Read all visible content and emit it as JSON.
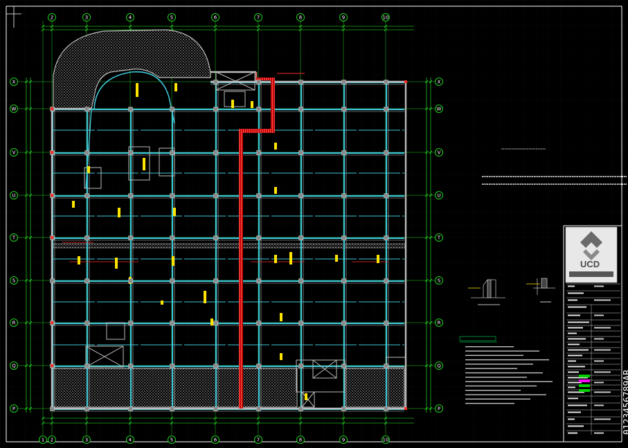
{
  "drawing": {
    "columns": [
      "1",
      "2",
      "3",
      "4",
      "5",
      "6",
      "7",
      "8",
      "9",
      "10"
    ],
    "columns_bottom": [
      "1",
      "2",
      "3",
      "4",
      "5",
      "6",
      "7",
      "8",
      "9",
      "10"
    ],
    "rows": [
      "X",
      "W",
      "V",
      "U",
      "T",
      "S",
      "R",
      "Q",
      "P"
    ]
  },
  "title_block": {
    "logo_text": "UCD",
    "side_code": "0123456789AB"
  },
  "colors": {
    "background": "#000000",
    "grid_bubble": "#1fd21f",
    "dim": "#2aff2a",
    "wall": "#bcbcbc",
    "beam": "#3ec7d6",
    "pipe": "#ff2a2a",
    "tag": "#ffe400",
    "accent_magenta": "#ff00ff"
  }
}
